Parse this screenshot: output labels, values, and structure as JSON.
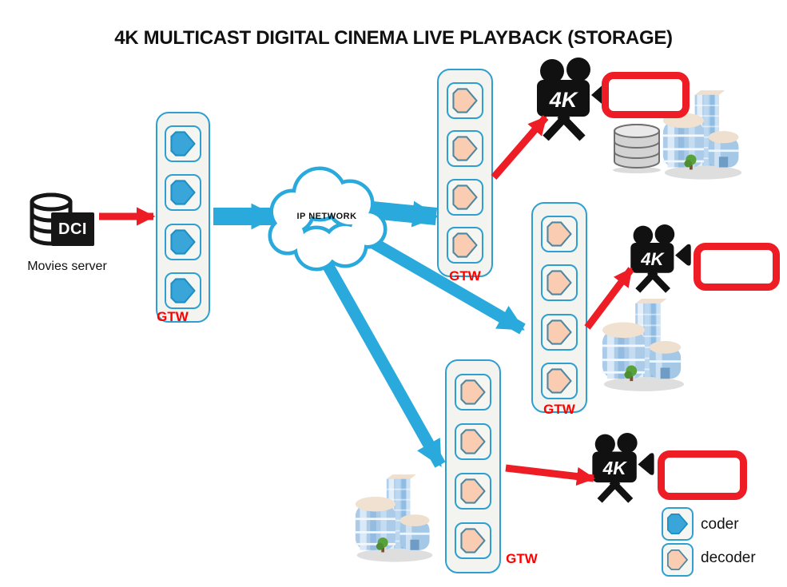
{
  "title": "4K MULTICAST DIGITAL CINEMA LIVE PLAYBACK (STORAGE)",
  "source": {
    "dci_label": "DCI",
    "label": "Movies server"
  },
  "network": {
    "label": "IP NETWORK"
  },
  "gateways": {
    "encoder": {
      "label": "GTW",
      "type": "coder",
      "ports": 4
    },
    "decoder_top": {
      "label": "GTW",
      "type": "decoder",
      "ports": 4
    },
    "decoder_middle": {
      "label": "GTW",
      "type": "decoder",
      "ports": 4
    },
    "decoder_bottom": {
      "label": "GTW",
      "type": "decoder",
      "ports": 4
    }
  },
  "camera": {
    "label": "4K"
  },
  "legend": {
    "coder_label": "coder",
    "decoder_label": "decoder"
  },
  "colors": {
    "blue": "#29a9dc",
    "pentagon_blue": "#39a5d8",
    "pentagon_peach": "#facdb3",
    "red_arrow": "#ee1c24",
    "gtw_red": "#ff0000",
    "screen_border": "#ee1c24"
  }
}
